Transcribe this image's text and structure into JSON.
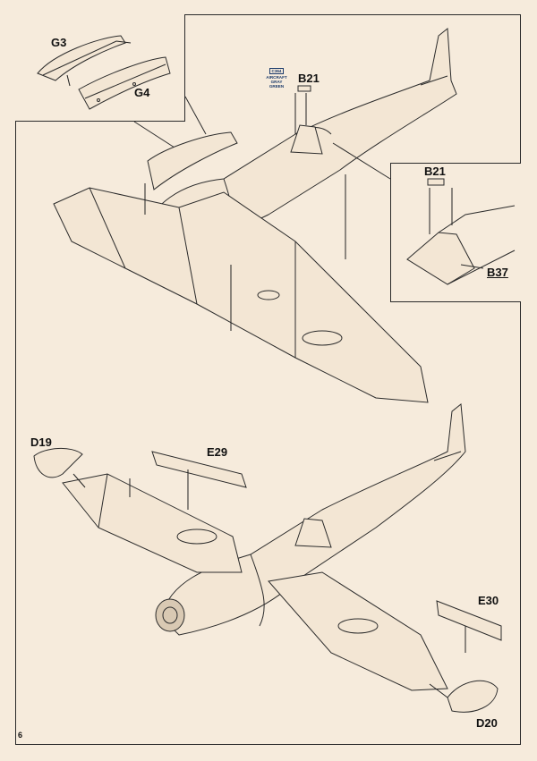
{
  "page": {
    "number": "6"
  },
  "paint_callout": {
    "code": "C364",
    "name_line1": "AIRCRAFT",
    "name_line2": "GRAY GREEN",
    "color": "#1b3a6b"
  },
  "labels": {
    "g3": "G3",
    "g4": "G4",
    "b21_main": "B21",
    "b21_inset": "B21",
    "b37": "B37",
    "d19": "D19",
    "e29": "E29",
    "e30": "E30",
    "d20": "D20"
  }
}
